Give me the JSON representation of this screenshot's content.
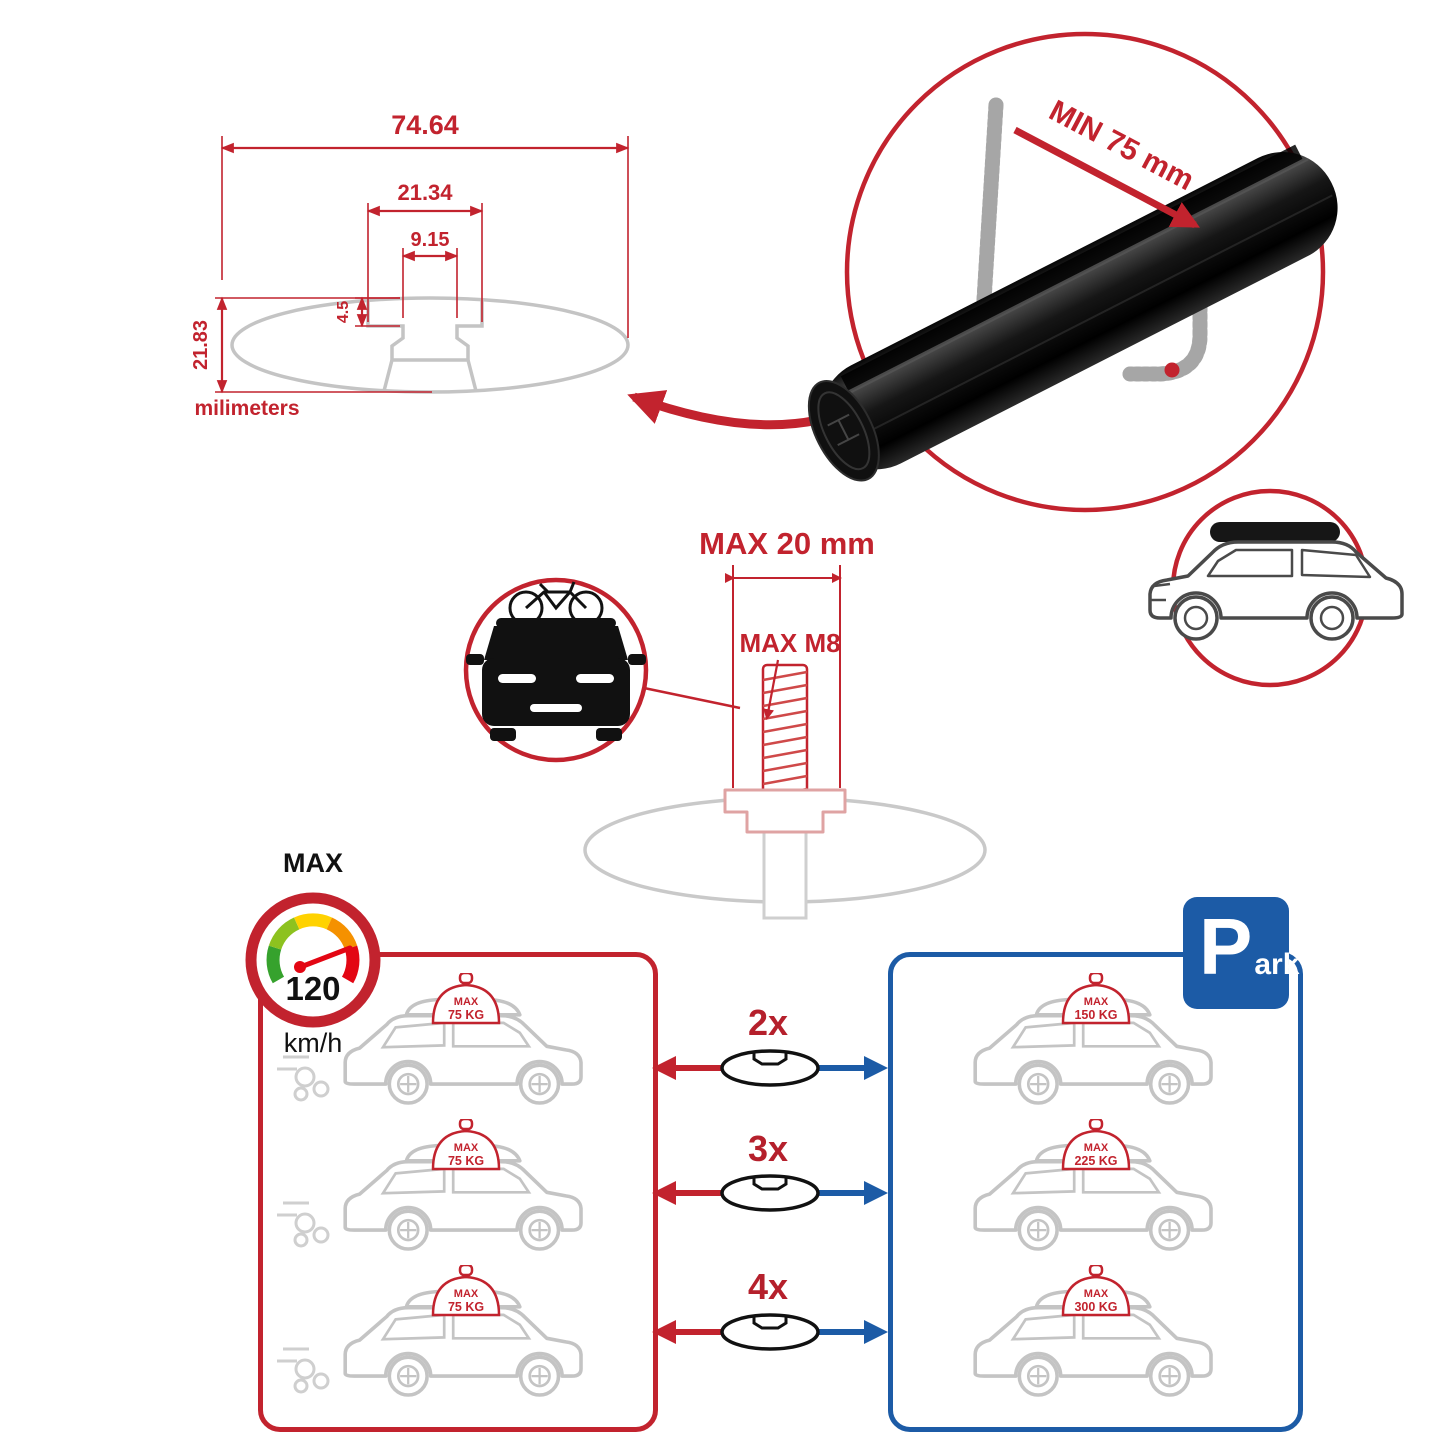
{
  "colors": {
    "red": "#c2232e",
    "blue": "#1c5ba6",
    "gray_outline": "#c4c4c4",
    "bar_black": "#141414"
  },
  "dimension_diagram": {
    "total_width": "74.64",
    "channel_outer_width": "21.34",
    "channel_inner_width": "9.15",
    "channel_depth": "4.5",
    "total_height": "21.83",
    "unit_label": "milimeters"
  },
  "bar_detail": {
    "min_clearance_label": "MIN 75 mm"
  },
  "bolt_detail": {
    "max_length_label": "MAX 20 mm",
    "max_thread_label": "MAX M8"
  },
  "speed_limit": {
    "title": "MAX",
    "value": "120",
    "unit": "km/h"
  },
  "driving_panel": {
    "cars": [
      {
        "load_title": "MAX",
        "load_value": "75 KG"
      },
      {
        "load_title": "MAX",
        "load_value": "75 KG"
      },
      {
        "load_title": "MAX",
        "load_value": "75 KG"
      }
    ]
  },
  "multipliers": [
    {
      "label": "2x"
    },
    {
      "label": "3x"
    },
    {
      "label": "4x"
    }
  ],
  "parking_panel": {
    "sign_p": "P",
    "sign_suffix": "ark",
    "cars": [
      {
        "load_title": "MAX",
        "load_value": "150 KG"
      },
      {
        "load_title": "MAX",
        "load_value": "225 KG"
      },
      {
        "load_title": "MAX",
        "load_value": "300 KG"
      }
    ]
  }
}
